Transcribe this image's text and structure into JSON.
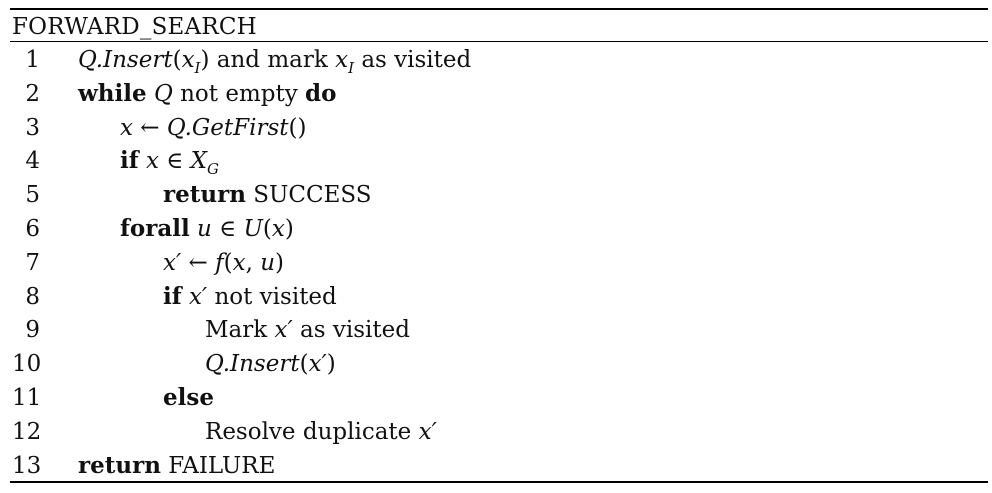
{
  "algorithm": {
    "title": "FORWARD_SEARCH",
    "lines": [
      {
        "num": "1",
        "indent": 0,
        "tokens": [
          [
            "m",
            "Q.Insert"
          ],
          [
            "t",
            "("
          ],
          [
            "m",
            "x"
          ],
          [
            "sub",
            "I"
          ],
          [
            "t",
            ") and mark "
          ],
          [
            "m",
            "x"
          ],
          [
            "sub",
            "I"
          ],
          [
            "t",
            " as visited"
          ]
        ]
      },
      {
        "num": "2",
        "indent": 0,
        "tokens": [
          [
            "kw",
            "while"
          ],
          [
            "t",
            " "
          ],
          [
            "m",
            "Q"
          ],
          [
            "t",
            " not empty "
          ],
          [
            "kw",
            "do"
          ]
        ]
      },
      {
        "num": "3",
        "indent": 1,
        "tokens": [
          [
            "m",
            "x"
          ],
          [
            "t",
            " ← "
          ],
          [
            "m",
            "Q.GetFirst"
          ],
          [
            "t",
            "()"
          ]
        ]
      },
      {
        "num": "4",
        "indent": 1,
        "tokens": [
          [
            "kw",
            "if"
          ],
          [
            "t",
            " "
          ],
          [
            "m",
            "x"
          ],
          [
            "t",
            " ∈ "
          ],
          [
            "m",
            "X"
          ],
          [
            "sub",
            "G"
          ]
        ]
      },
      {
        "num": "5",
        "indent": 2,
        "tokens": [
          [
            "kw",
            "return"
          ],
          [
            "t",
            " SUCCESS"
          ]
        ]
      },
      {
        "num": "6",
        "indent": 1,
        "tokens": [
          [
            "kw",
            "forall"
          ],
          [
            "t",
            " "
          ],
          [
            "m",
            "u"
          ],
          [
            "t",
            " ∈ "
          ],
          [
            "m",
            "U"
          ],
          [
            "t",
            "("
          ],
          [
            "m",
            "x"
          ],
          [
            "t",
            ")"
          ]
        ]
      },
      {
        "num": "7",
        "indent": 2,
        "tokens": [
          [
            "m",
            "x′"
          ],
          [
            "t",
            " ← "
          ],
          [
            "m",
            "f"
          ],
          [
            "t",
            "("
          ],
          [
            "m",
            "x"
          ],
          [
            "t",
            ", "
          ],
          [
            "m",
            "u"
          ],
          [
            "t",
            ")"
          ]
        ]
      },
      {
        "num": "8",
        "indent": 2,
        "tokens": [
          [
            "kw",
            "if"
          ],
          [
            "t",
            " "
          ],
          [
            "m",
            "x′"
          ],
          [
            "t",
            " not visited"
          ]
        ]
      },
      {
        "num": "9",
        "indent": 3,
        "tokens": [
          [
            "t",
            "Mark "
          ],
          [
            "m",
            "x′"
          ],
          [
            "t",
            " as visited"
          ]
        ]
      },
      {
        "num": "10",
        "indent": 3,
        "tokens": [
          [
            "m",
            "Q.Insert"
          ],
          [
            "t",
            "("
          ],
          [
            "m",
            "x′"
          ],
          [
            "t",
            ")"
          ]
        ]
      },
      {
        "num": "11",
        "indent": 2,
        "tokens": [
          [
            "kw",
            "else"
          ]
        ]
      },
      {
        "num": "12",
        "indent": 3,
        "tokens": [
          [
            "t",
            "Resolve duplicate "
          ],
          [
            "m",
            "x′"
          ]
        ]
      },
      {
        "num": "13",
        "indent": 0,
        "tokens": [
          [
            "kw",
            "return"
          ],
          [
            "t",
            " FAILURE"
          ]
        ]
      }
    ]
  }
}
